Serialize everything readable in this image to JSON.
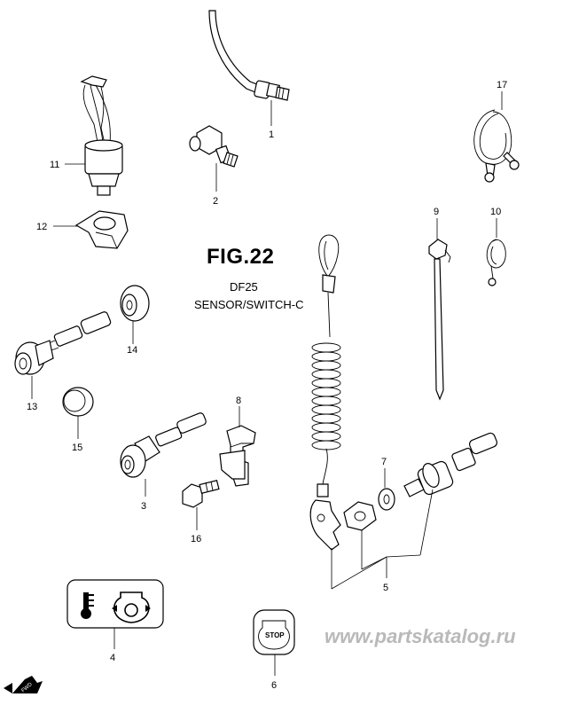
{
  "figure": {
    "title": "FIG.22",
    "model": "DF25",
    "subtitle": "SENSOR/SWITCH-C"
  },
  "callouts": [
    "1",
    "2",
    "3",
    "4",
    "5",
    "6",
    "7",
    "8",
    "9",
    "10",
    "11",
    "12",
    "13",
    "14",
    "15",
    "16",
    "17"
  ],
  "labels": {
    "stop": "STOP",
    "fwd": "FWD"
  },
  "watermark": "www.partskatalog.ru"
}
